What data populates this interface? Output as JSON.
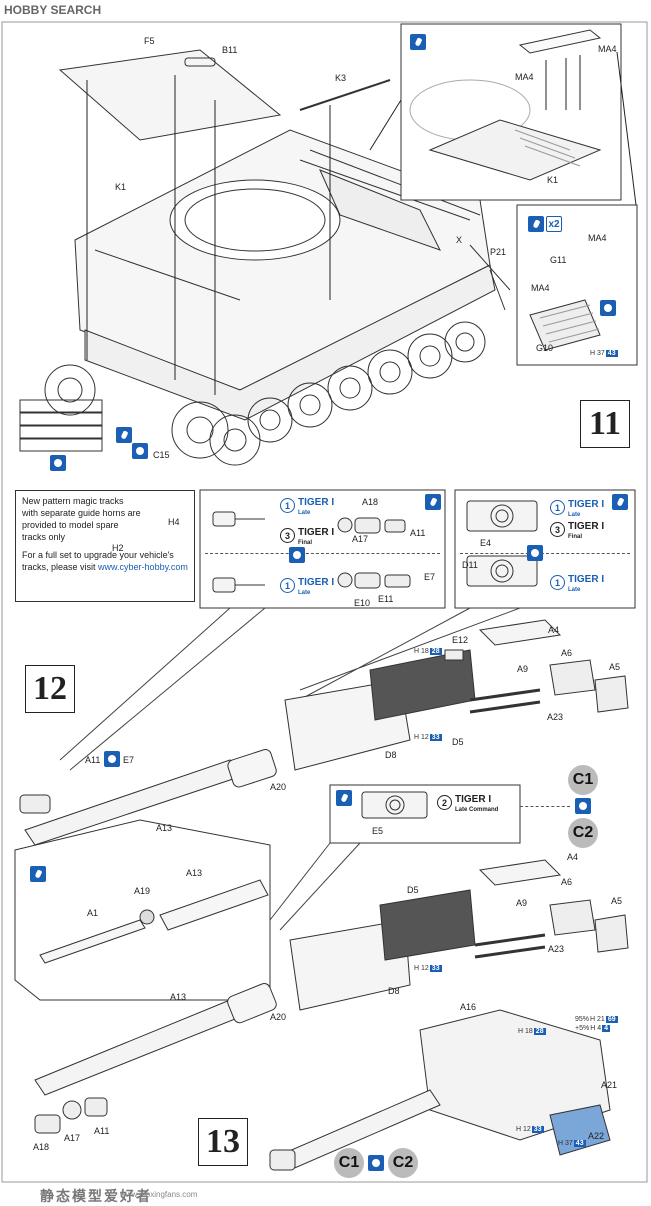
{
  "watermark": {
    "logo": "HOBBY SEARCH",
    "bottom_text": "静态模型爱好者",
    "bottom_url": "www.moxingfans.com"
  },
  "steps": {
    "s11": "11",
    "s12": "12",
    "s13": "13"
  },
  "note": {
    "p1": "New pattern magic tracks with separate guide horns are provided to model spare tracks only",
    "p2": "For a full set to upgrade your vehicle's tracks, please visit",
    "link": "www.cyber-hobby.com"
  },
  "variants": {
    "tiger1_late": {
      "num": "1",
      "name": "TIGER I",
      "sub": "Late"
    },
    "tiger3_final": {
      "num": "3",
      "name": "TIGER I",
      "sub": "Final"
    },
    "tiger2_late_command": {
      "num": "2",
      "name": "TIGER I",
      "sub": "Late Command"
    }
  },
  "badges": {
    "c1": "C1",
    "c2": "C2"
  },
  "repeat": {
    "x2": "x2"
  },
  "paint_refs": {
    "h37_43": {
      "code": "H 37",
      "num": "43"
    },
    "h18_28": {
      "code": "H 18",
      "num": "28"
    },
    "h12_33": {
      "code": "H 12",
      "num": "33"
    },
    "h21_69": {
      "pct": "95%",
      "code": "H 21",
      "num": "69"
    },
    "h4_4": {
      "pct": "+5%",
      "code": "H 4",
      "num": "4"
    }
  },
  "parts": {
    "F5": "F5",
    "B11": "B11",
    "K3": "K3",
    "K1": "K1",
    "X": "X",
    "P21": "P21",
    "C15": "C15",
    "MA4": "MA4",
    "G11": "G11",
    "G10": "G10",
    "H4": "H4",
    "H2": "H2",
    "A18": "A18",
    "A17": "A17",
    "A11": "A11",
    "E7": "E7",
    "E10": "E10",
    "E11": "E11",
    "E4": "E4",
    "D11": "D11",
    "E12": "E12",
    "A4": "A4",
    "A9": "A9",
    "A6": "A6",
    "A5": "A5",
    "A23": "A23",
    "D5": "D5",
    "D8": "D8",
    "A20": "A20",
    "A13": "A13",
    "E5": "E5",
    "A19": "A19",
    "A1": "A1",
    "A16": "A16",
    "A21": "A21",
    "A22": "A22"
  }
}
